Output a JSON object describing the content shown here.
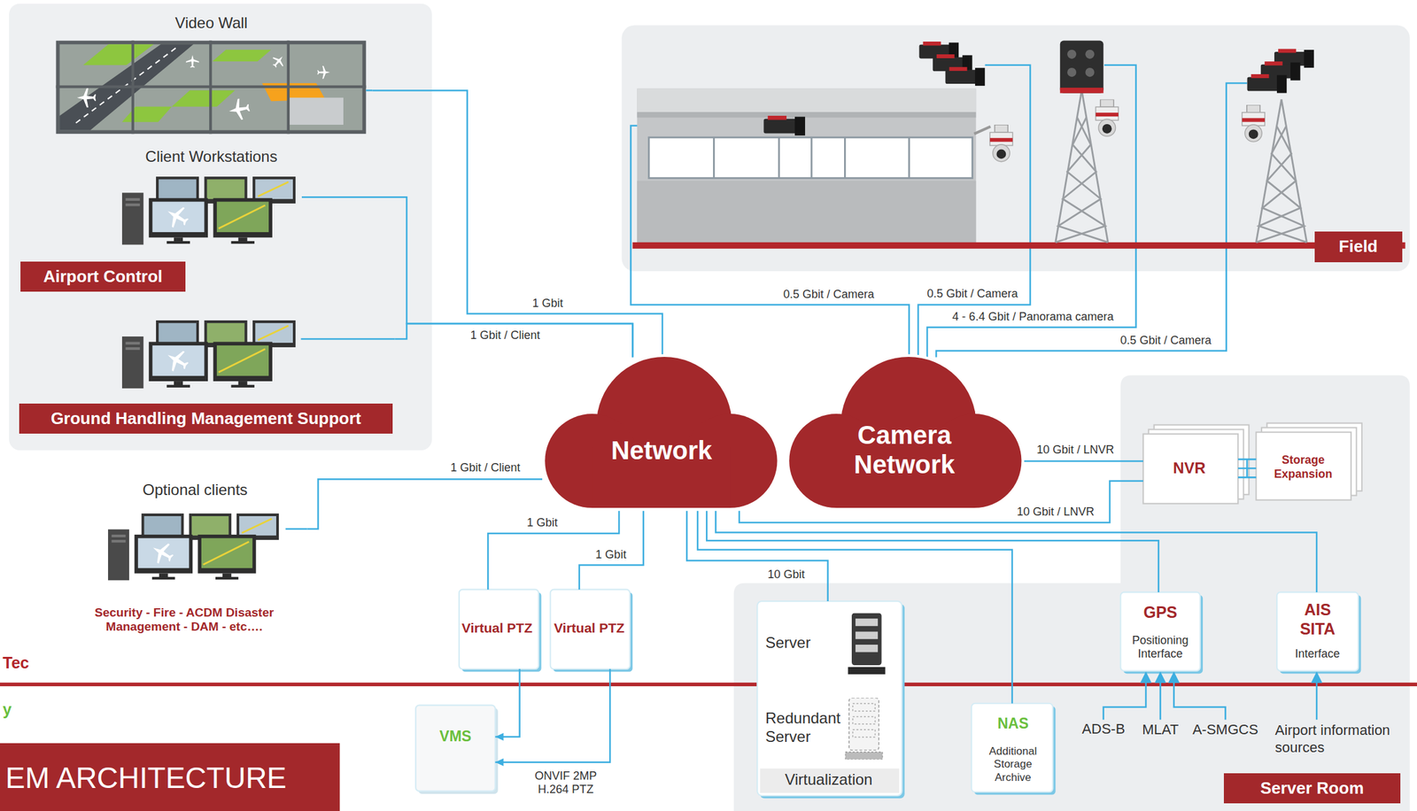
{
  "diagram": {
    "title": "EM ARCHITECTURE",
    "nodes": [
      {
        "text": [
          "Video Wall"
        ]
      },
      {
        "text": [
          "Client Workstations",
          "Airport Control"
        ]
      },
      {
        "text": [
          "Ground Handling Management Support"
        ]
      },
      {
        "text": [
          "Optional clients",
          "Security - Fire - ACDM Disaster Management - DAM - etc…."
        ]
      },
      {
        "text": [
          "Network"
        ]
      },
      {
        "text": [
          "Camera Network"
        ]
      },
      {
        "text": [
          "Field"
        ]
      },
      {
        "text": [
          "Virtual PTZ"
        ]
      },
      {
        "text": [
          "Virtual PTZ"
        ]
      },
      {
        "text": [
          "VMS"
        ]
      },
      {
        "text": [
          "Server Room"
        ]
      },
      {
        "text": [
          "NVR"
        ],
        "in": 10
      },
      {
        "text": [
          "Storage Expansion"
        ],
        "in": 10
      },
      {
        "text": [
          "Virtualization"
        ],
        "in": 10
      },
      {
        "text": [
          "Server"
        ],
        "in": 13
      },
      {
        "text": [
          "Redundant Server"
        ],
        "in": 13
      },
      {
        "text": [
          "NAS",
          "Additional Storage Archive"
        ],
        "in": 10
      },
      {
        "text": [
          "GPS",
          "Positioning Interface"
        ],
        "in": 10
      },
      {
        "text": [
          "AIS SITA",
          "Interface"
        ],
        "in": 10
      }
    ],
    "edges": [
      {
        "from": 0,
        "to": 4,
        "arrow": "none",
        "label": "1 Gbit"
      },
      {
        "from": 1,
        "to": 4,
        "arrow": "none",
        "label": "1 Gbit / Client"
      },
      {
        "from": 2,
        "to": 4,
        "arrow": "none"
      },
      {
        "from": 3,
        "to": 4,
        "arrow": "none",
        "label": "1 Gbit / Client"
      },
      {
        "from": 4,
        "to": 7,
        "arrow": "none",
        "label": "1 Gbit"
      },
      {
        "from": 4,
        "to": 8,
        "arrow": "none",
        "label": "1 Gbit"
      },
      {
        "from": 7,
        "to": 9,
        "arrow": "to"
      },
      {
        "from": 8,
        "to": 9,
        "arrow": "to",
        "label": "ONVIF 2MP H.264 PTZ"
      },
      {
        "from": 4,
        "to": 13,
        "arrow": "none",
        "label": "10 Gbit"
      },
      {
        "from": 4,
        "to": 16,
        "arrow": "none"
      },
      {
        "from": 4,
        "to": 17,
        "arrow": "none"
      },
      {
        "from": 4,
        "to": 18,
        "arrow": "none"
      },
      {
        "from": 4,
        "to": 11,
        "arrow": "none",
        "label": "10 Gbit / LNVR"
      },
      {
        "from": 5,
        "to": 11,
        "arrow": "none",
        "label": "10 Gbit / LNVR"
      },
      {
        "from": 11,
        "to": 12,
        "arrow": "none"
      },
      {
        "from": 6,
        "to": 5,
        "arrow": "none",
        "label": "0.5 Gbit / Camera"
      },
      {
        "from": 6,
        "to": 5,
        "arrow": "none",
        "label": "0.5 Gbit / Camera"
      },
      {
        "from": 6,
        "to": 5,
        "arrow": "none",
        "label": "4 - 6.4 Gbit / Panorama camera"
      },
      {
        "from": 6,
        "to": 5,
        "arrow": "none",
        "label": "0.5 Gbit / Camera"
      }
    ],
    "labels": [
      "Tec",
      "y",
      "ADS-B",
      "MLAT",
      "A-SMGCS",
      "Airport information sources"
    ]
  }
}
